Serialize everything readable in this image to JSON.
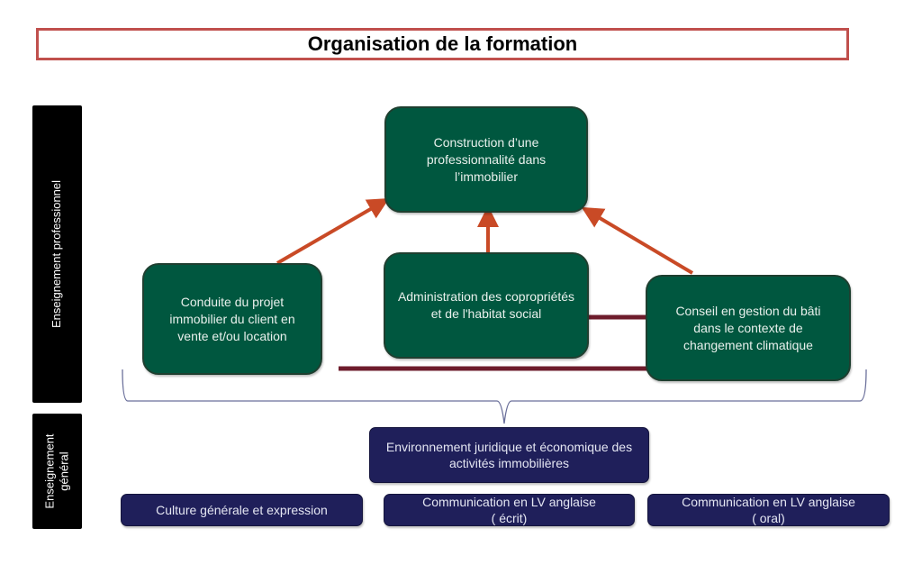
{
  "title": "Organisation de la formation",
  "side_labels": {
    "professional": "Enseignement professionnel",
    "general_line1": "Enseignement",
    "general_line2": "général"
  },
  "professional_blocks": {
    "construction": "Construction d’une professionnalité dans l’immobilier",
    "conduite": "Conduite du projet immobilier du client en vente et/ou location",
    "administration": "Administration des copropriétés et de l'habitat social",
    "conseil": "Conseil en gestion du bâti dans le contexte de changement climatique"
  },
  "general_blocks": {
    "environnement": "Environnement juridique et économique des activités immobilières",
    "culture": "Culture générale et expression",
    "com_ecrit_line1": "Communication en LV anglaise",
    "com_ecrit_line2": "( écrit)",
    "com_oral_line1": "Communication en LV anglaise",
    "com_oral_line2": "( oral)"
  },
  "colors": {
    "title_border": "#c0504d",
    "professional_box": "#00573f",
    "general_box": "#1f1f5a",
    "arrow": "#c94a26",
    "link": "#6e1c2c",
    "brace": "#6a6f9a"
  }
}
